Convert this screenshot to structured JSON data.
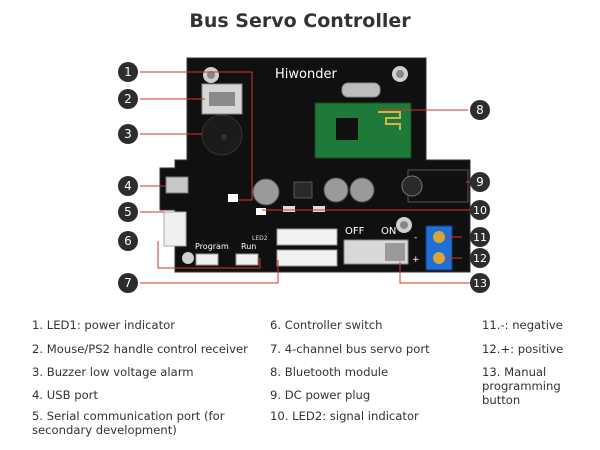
{
  "title": "Bus Servo Controller",
  "board": {
    "brand": "Hiwonder",
    "labels": {
      "program": "Program",
      "run": "Run",
      "off": "OFF",
      "on": "ON",
      "minus": "-",
      "plus": "+",
      "led2": "LED2"
    },
    "colors": {
      "pcb": "#101010",
      "bluetooth": "#1f7a3a",
      "terminal": "#1e6fd6",
      "callout": "#2d2d2d",
      "leader": "#d9361e"
    }
  },
  "callouts": [
    "1",
    "2",
    "3",
    "4",
    "5",
    "6",
    "7",
    "8",
    "9",
    "10",
    "11",
    "12",
    "13"
  ],
  "legend": [
    "1. LED1: power indicator",
    "2. Mouse/PS2 handle control receiver",
    "3. Buzzer low voltage alarm",
    "4. USB port",
    "5. Serial communication  port (for secondary development)",
    "6. Controller switch",
    "7. 4-channel bus servo port",
    "8. Bluetooth module",
    "9. DC power plug",
    "10. LED2: signal indicator",
    "11.-: negative",
    "12.+: positive",
    "13. Manual programming button"
  ]
}
